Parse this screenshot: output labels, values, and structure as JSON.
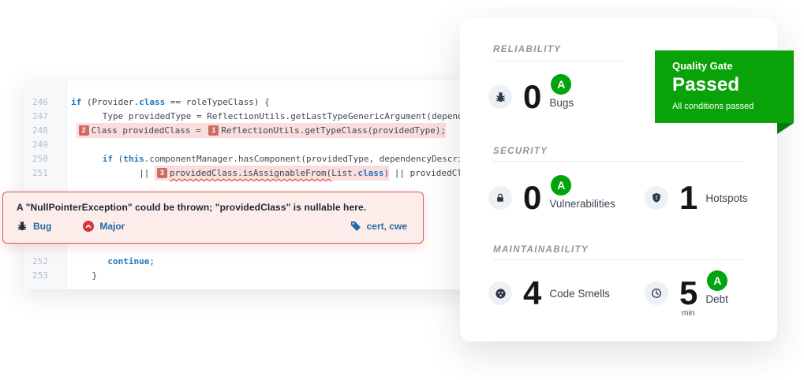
{
  "colors": {
    "rating_green": "#00A40D",
    "banner_green": "#09A309",
    "banner_fold_green": "#077A0E",
    "keyword_blue": "#2176BD",
    "link_blue": "#2569A4",
    "issue_border_red": "#DE5A50",
    "issue_bg_pink": "#FCEDEB",
    "code_highlight_pink": "#F9DEDD",
    "location_badge_salmon": "#D06B63",
    "squiggle_red": "#D4342C"
  },
  "code_panel": {
    "lines": [
      {
        "number": "246",
        "tokens": [
          {
            "text": "if",
            "style": "kw"
          },
          {
            "text": " (Provider.",
            "style": "p"
          },
          {
            "text": "class",
            "style": "kw"
          },
          {
            "text": " == roleTypeClass) {",
            "style": "p"
          }
        ]
      },
      {
        "number": "247",
        "tokens": [
          {
            "text": "      ",
            "style": "p"
          },
          {
            "text": "Type providedType = ReflectionUtils.getLastTypeGenericArgument(dependencyDesc",
            "style": "p"
          }
        ]
      },
      {
        "number": "248",
        "tokens": [
          {
            "text": " ",
            "style": "p"
          },
          {
            "text": "2",
            "style": "badge hl"
          },
          {
            "text": "Class providedClass = ",
            "style": "p hl"
          },
          {
            "text": "1",
            "style": "badge hl"
          },
          {
            "text": "ReflectionUtils.getTypeClass(providedType);",
            "style": "p hl"
          }
        ]
      },
      {
        "number": "249",
        "tokens": []
      },
      {
        "number": "250",
        "tokens": [
          {
            "text": "      ",
            "style": "p"
          },
          {
            "text": "if",
            "style": "kw"
          },
          {
            "text": " (",
            "style": "p"
          },
          {
            "text": "this",
            "style": "kw"
          },
          {
            "text": ".componentManager.hasComponent(providedType, dependencyDescriptor.g",
            "style": "p"
          }
        ]
      },
      {
        "number": "251",
        "tokens": [
          {
            "text": "             || ",
            "style": "p"
          },
          {
            "text": "3",
            "style": "badge hl"
          },
          {
            "text": "providedClass.isAssignableFrom(",
            "style": "p hl sq"
          },
          {
            "text": "List.",
            "style": "p hl"
          },
          {
            "text": "class",
            "style": "kw hl"
          },
          {
            "text": ")",
            "style": "p hl"
          },
          {
            "text": " || providedClass.isAs",
            "style": "p"
          }
        ]
      },
      {
        "number": "252",
        "gap": 94,
        "tokens": [
          {
            "text": "       ",
            "style": "p"
          },
          {
            "text": "continue",
            "style": "kw"
          },
          {
            "text": ";",
            "style": "p"
          }
        ]
      },
      {
        "number": "253",
        "tokens": [
          {
            "text": "    ",
            "style": "p"
          },
          {
            "text": "}",
            "style": "p"
          }
        ]
      }
    ]
  },
  "issue_tooltip": {
    "message": "A \"NullPointerException\" could be thrown; \"providedClass\" is nullable here.",
    "type_label": "Bug",
    "severity_label": "Major",
    "tags_label": "cert, cwe"
  },
  "metrics_card": {
    "sections": [
      {
        "title": "RELIABILITY",
        "metrics": [
          {
            "icon": "bug-icon",
            "value": "0",
            "rating": "A",
            "label": "Bugs"
          }
        ]
      },
      {
        "title": "SECURITY",
        "metrics": [
          {
            "icon": "lock-icon",
            "value": "0",
            "rating": "A",
            "label": "Vulnerabilities"
          },
          {
            "icon": "shield-icon",
            "value": "1",
            "label": "Hotspots"
          }
        ]
      },
      {
        "title": "MAINTAINABILITY",
        "metrics": [
          {
            "icon": "code-smell-icon",
            "value": "4",
            "label": "Code Smells"
          },
          {
            "icon": "clock-icon",
            "value": "5",
            "rating": "A",
            "label": "Debt",
            "unit": "min"
          }
        ]
      }
    ]
  },
  "quality_gate": {
    "kicker": "Quality Gate",
    "status": "Passed",
    "subtitle": "All conditions passed"
  }
}
